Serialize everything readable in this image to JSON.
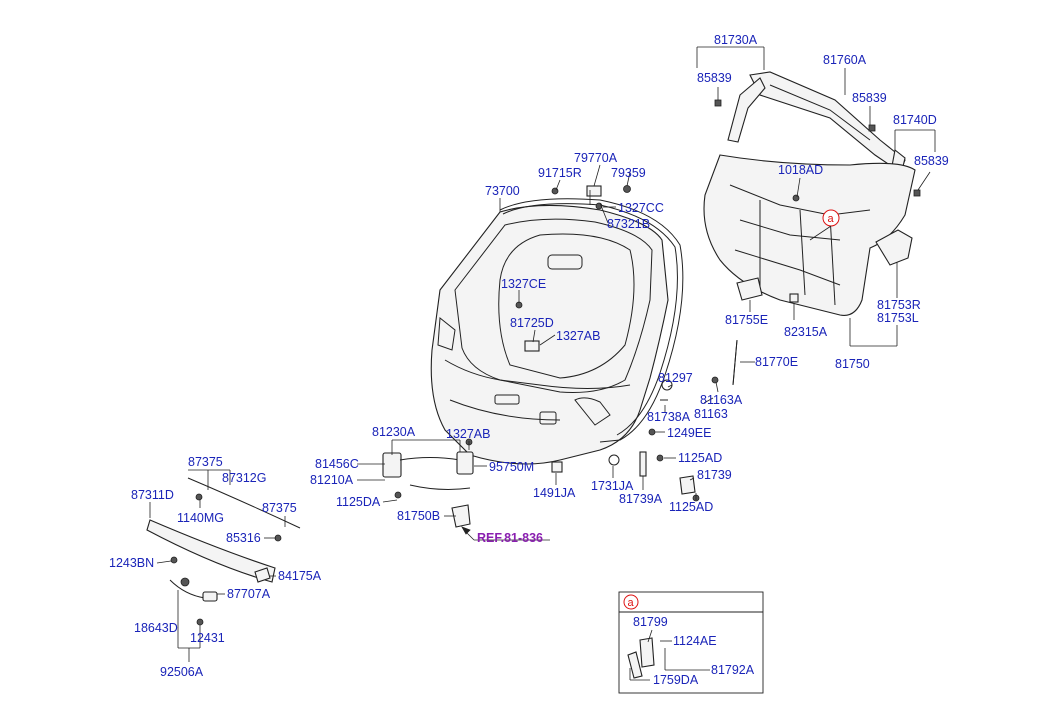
{
  "labels": {
    "l81730A": "81730A",
    "l85839a": "85839",
    "l81760A": "81760A",
    "l85839b": "85839",
    "l81740D": "81740D",
    "l85839c": "85839",
    "l1018AD": "1018AD",
    "l79770A": "79770A",
    "l91715R": "91715R",
    "l79359": "79359",
    "l73700": "73700",
    "l1327CC": "1327CC",
    "l87321B": "87321B",
    "l1327CE": "1327CE",
    "l81725D": "81725D",
    "l1327AB_a": "1327AB",
    "l81753R": "81753R",
    "l81753L": "81753L",
    "l81755E": "81755E",
    "l82315A": "82315A",
    "l81750": "81750",
    "l81770E": "81770E",
    "l81297": "81297",
    "l81163A": "81163A",
    "l81163": "81163",
    "l81738A": "81738A",
    "l1249EE": "1249EE",
    "l81230A": "81230A",
    "l1327AB_b": "1327AB",
    "l81456C": "81456C",
    "l81210A": "81210A",
    "l95750M": "95750M",
    "l1125DA": "1125DA",
    "l81750B": "81750B",
    "l1491JA": "1491JA",
    "l1731JA": "1731JA",
    "l81739A": "81739A",
    "l1125AD_a": "1125AD",
    "l81739": "81739",
    "l1125AD_b": "1125AD",
    "lREF": "REF.81-836",
    "l87375a": "87375",
    "l87312G": "87312G",
    "l87311D": "87311D",
    "l87375b": "87375",
    "l1140MG": "1140MG",
    "l85316": "85316",
    "l1243BN": "1243BN",
    "l84175A": "84175A",
    "l87707A": "87707A",
    "l18643D": "18643D",
    "l12431": "12431",
    "l92506A": "92506A",
    "l81799": "81799",
    "l1124AE": "1124AE",
    "l81792A": "81792A",
    "l1759DA": "1759DA",
    "callout_a1": "a",
    "callout_a2": "a"
  },
  "colors": {
    "label": "#1a24b8",
    "ref": "#8a1fb0",
    "callout": "#dd1111"
  }
}
